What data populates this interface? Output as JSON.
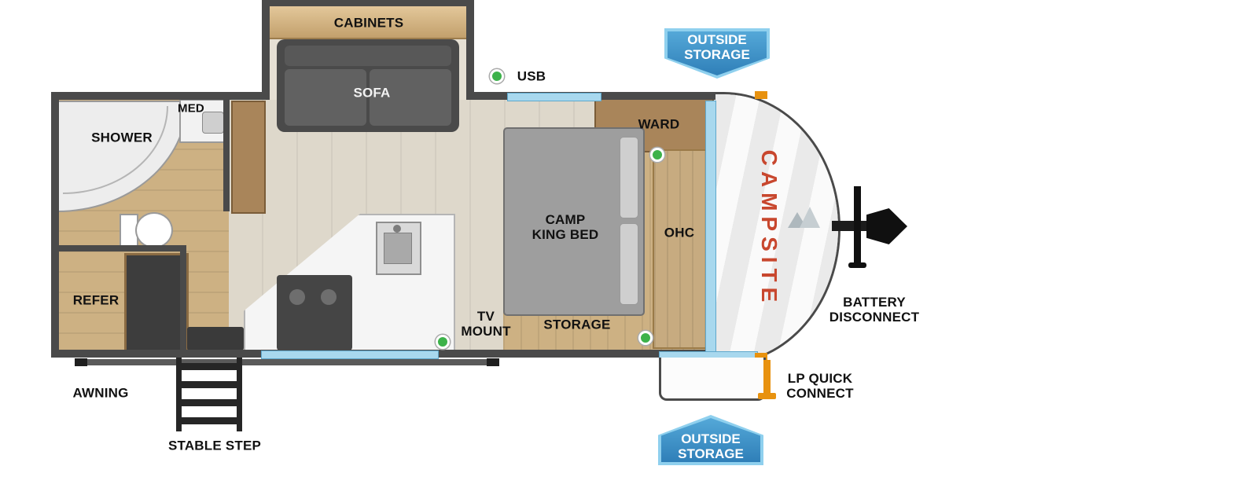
{
  "title": "travel trailer floorplan",
  "labels": {
    "cabinets": "CABINETS",
    "sofa": "SOFA",
    "usb": "USB",
    "ward": "WARD",
    "med": "MED",
    "shower": "SHOWER",
    "refer": "REFER",
    "camp_king_bed": "CAMP\nKING BED",
    "ohc": "OHC",
    "tv_mount": "TV\nMOUNT",
    "storage": "STORAGE",
    "battery_disconnect": "BATTERY\nDISCONNECT",
    "lp_quick_connect": "LP QUICK\nCONNECT",
    "awning": "AWNING",
    "stable_step": "STABLE STEP",
    "brand": "CAMPSITE",
    "outside_storage_top": "OUTSIDE\nSTORAGE",
    "outside_storage_bottom": "OUTSIDE\nSTORAGE"
  },
  "colors": {
    "badge_fill": "#2f7fb8",
    "badge_border": "#8fd0ee",
    "brand_red": "#c8472e",
    "indicator_green": "#3cb24a",
    "window_blue": "#a8d8ee",
    "accent_orange": "#e8920f"
  }
}
